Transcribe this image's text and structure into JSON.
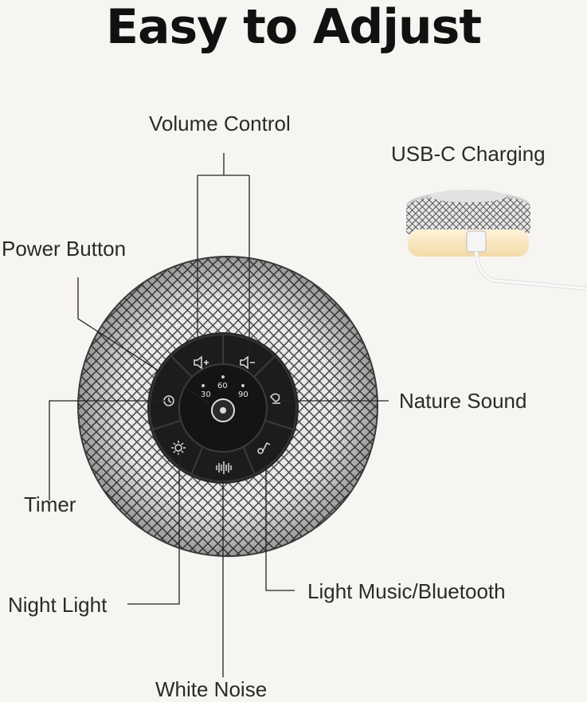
{
  "title": "Easy to Adjust",
  "labels": {
    "volume": "Volume Control",
    "usb": "USB-C Charging",
    "power": "Power Button",
    "nature": "Nature Sound",
    "timer": "Timer",
    "night_light": "Night Light",
    "light_music": "Light Music/Bluetooth",
    "white_noise": "White Noise"
  },
  "device": {
    "timer_values": [
      "30",
      "60",
      "90"
    ],
    "colors": {
      "background": "#f7f5f2",
      "mesh": "#5a5a5a",
      "control_panel": "#1c1c1c",
      "leader_lines": "#222222"
    }
  }
}
